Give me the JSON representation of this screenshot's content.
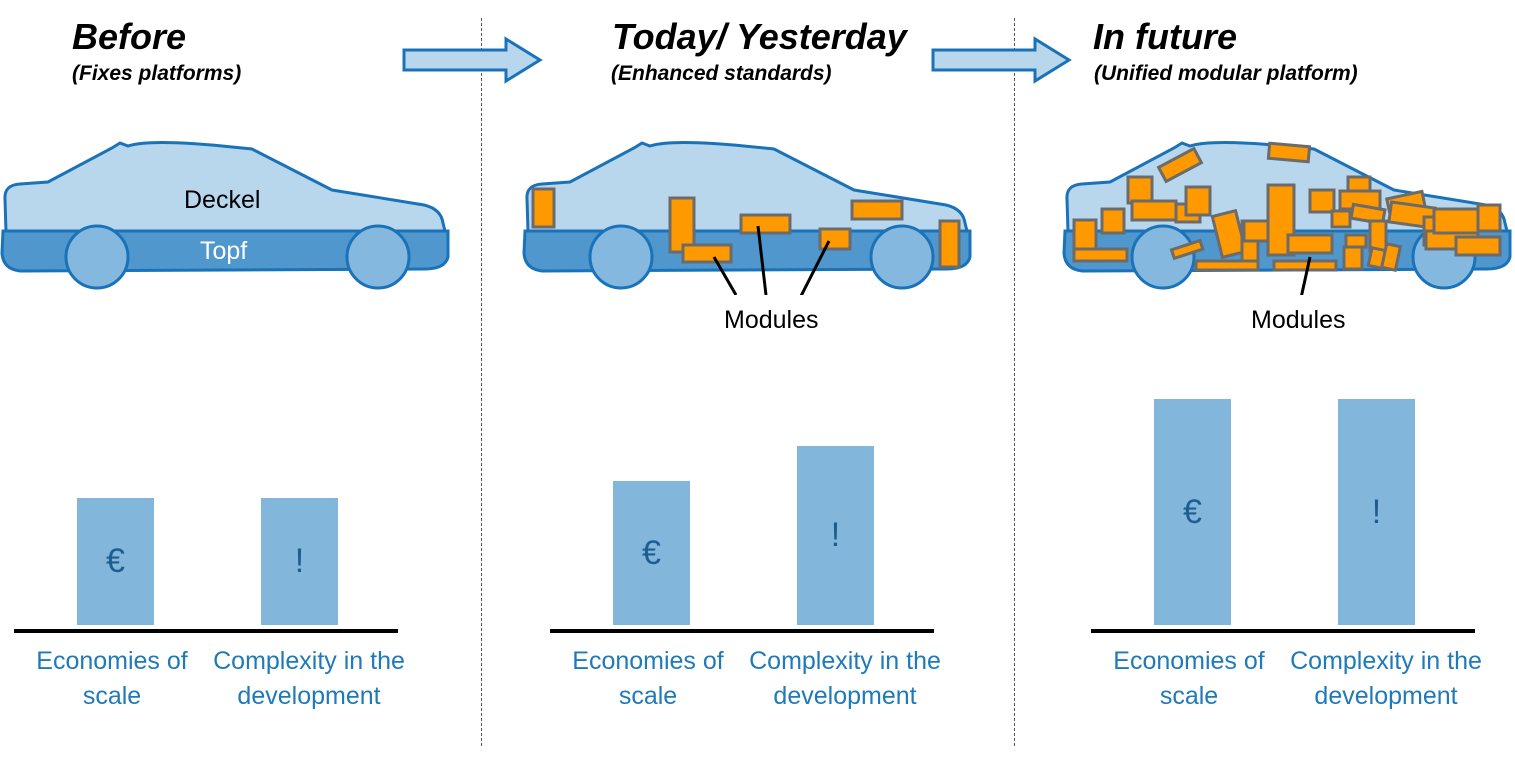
{
  "stages": [
    {
      "title": "Before",
      "subtitle": "(Fixes platforms)",
      "car_top_label": "Deckel",
      "car_bottom_label": "Topf",
      "bar_left_symbol": "€",
      "bar_right_symbol": "!",
      "bar_left_label": "Economies of scale",
      "bar_right_label": "Complexity in the development",
      "economies_of_scale": 1.0,
      "complexity": 1.0
    },
    {
      "title": "Today/ Yesterday",
      "subtitle": "(Enhanced standards)",
      "car_label": "Modules",
      "bar_left_symbol": "€",
      "bar_right_symbol": "!",
      "bar_left_label": "Economies of scale",
      "bar_right_label": "Complexity in the development",
      "economies_of_scale": 1.13,
      "complexity": 1.41
    },
    {
      "title": "In future",
      "subtitle": "(Unified modular platform)",
      "car_label": "Modules",
      "bar_left_symbol": "€",
      "bar_right_symbol": "!",
      "bar_left_label": "Economies of scale",
      "bar_right_label": "Complexity in the development",
      "economies_of_scale": 1.78,
      "complexity": 1.78
    }
  ],
  "colors": {
    "car_body": "#b9d7ec",
    "car_floor": "#4f97cd",
    "car_outline": "#1a73b8",
    "wheel": "#85b8de",
    "module_fill": "#ff9900",
    "module_stroke": "#6b6b6b",
    "bar_fill": "#82b6db",
    "bar_symbol": "#1f5d91",
    "bar_label": "#1e7ab8",
    "arrow_fill": "#b9d7ec",
    "arrow_stroke": "#1a73b8"
  }
}
